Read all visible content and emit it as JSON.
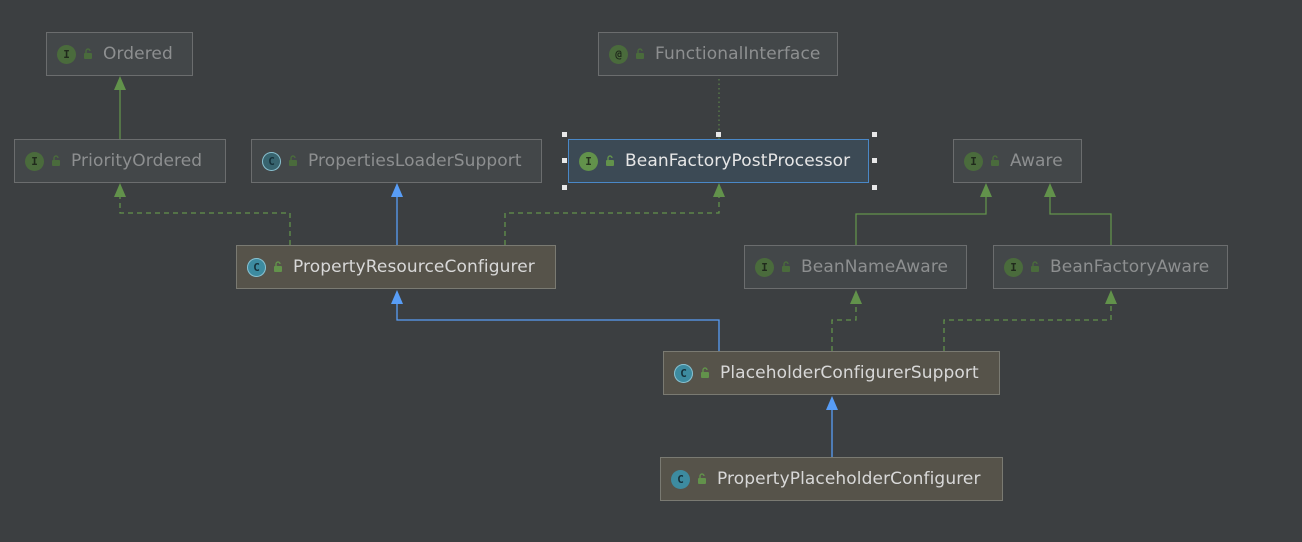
{
  "nodes": {
    "ordered": {
      "label": "Ordered",
      "kind": "interface",
      "icon": "interface-icon"
    },
    "functional_interface": {
      "label": "FunctionalInterface",
      "kind": "annotation",
      "icon": "annotation-icon"
    },
    "priority_ordered": {
      "label": "PriorityOrdered",
      "kind": "interface",
      "icon": "interface-icon"
    },
    "properties_loader_support": {
      "label": "PropertiesLoaderSupport",
      "kind": "abstract-class",
      "icon": "abstract-class-icon"
    },
    "bean_factory_post_processor": {
      "label": "BeanFactoryPostProcessor",
      "kind": "interface",
      "icon": "interface-icon"
    },
    "aware": {
      "label": "Aware",
      "kind": "interface",
      "icon": "interface-icon"
    },
    "property_resource_configurer": {
      "label": "PropertyResourceConfigurer",
      "kind": "abstract-class",
      "icon": "abstract-class-icon"
    },
    "bean_name_aware": {
      "label": "BeanNameAware",
      "kind": "interface",
      "icon": "interface-icon"
    },
    "bean_factory_aware": {
      "label": "BeanFactoryAware",
      "kind": "interface",
      "icon": "interface-icon"
    },
    "placeholder_configurer_support": {
      "label": "PlaceholderConfigurerSupport",
      "kind": "abstract-class",
      "icon": "abstract-class-icon"
    },
    "property_placeholder_configurer": {
      "label": "PropertyPlaceholderConfigurer",
      "kind": "class",
      "icon": "class-icon"
    }
  },
  "badges": {
    "interface": "I",
    "class": "C",
    "abstract": "C",
    "annotation": "@"
  },
  "edges": [
    {
      "from": "priority_ordered",
      "to": "ordered",
      "type": "extends"
    },
    {
      "from": "property_resource_configurer",
      "to": "priority_ordered",
      "type": "implements"
    },
    {
      "from": "property_resource_configurer",
      "to": "properties_loader_support",
      "type": "extends"
    },
    {
      "from": "property_resource_configurer",
      "to": "bean_factory_post_processor",
      "type": "implements"
    },
    {
      "from": "bean_factory_post_processor",
      "to": "functional_interface",
      "type": "annotated"
    },
    {
      "from": "bean_name_aware",
      "to": "aware",
      "type": "extends"
    },
    {
      "from": "bean_factory_aware",
      "to": "aware",
      "type": "extends"
    },
    {
      "from": "placeholder_configurer_support",
      "to": "property_resource_configurer",
      "type": "extends"
    },
    {
      "from": "placeholder_configurer_support",
      "to": "bean_name_aware",
      "type": "implements"
    },
    {
      "from": "placeholder_configurer_support",
      "to": "bean_factory_aware",
      "type": "implements"
    },
    {
      "from": "property_placeholder_configurer",
      "to": "placeholder_configurer_support",
      "type": "extends"
    }
  ],
  "colors": {
    "background": "#3c3f41",
    "interface_edge": "#62924b",
    "class_edge": "#589df6",
    "annotation_edge": "#62924b",
    "selection": "#4a88c7"
  },
  "selected_node": "bean_factory_post_processor"
}
